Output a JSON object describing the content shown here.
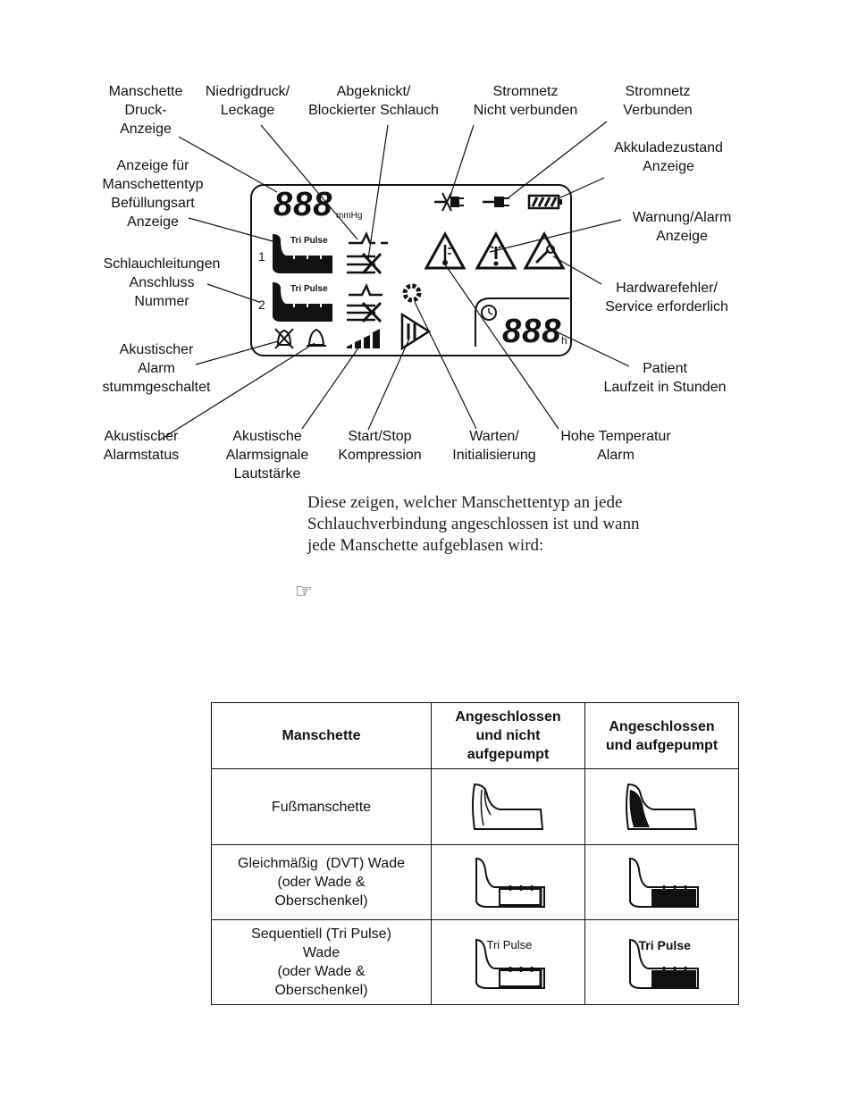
{
  "labels": {
    "cuff_pressure": "Manschette\nDruck-\nAnzeige",
    "low_pressure": "Niedrigdruck/\nLeckage",
    "kinked": "Abgeknickt/\nBlockierter Schlauch",
    "mains_disconnected": "Stromnetz\nNicht verbunden",
    "mains_connected": "Stromnetz\nVerbunden",
    "battery": "Akkuladezustand\nAnzeige",
    "cuff_type": "Anzeige für\nManschettentyp\nBefüllungsart\nAnzeige",
    "warning": "Warnung/Alarm\nAnzeige",
    "tubing": "Schlauchleitungen\nAnschluss\nNummer",
    "hardware": "Hardwarefehler/\nService erforderlich",
    "muted": "Akustischer\nAlarm\nstummgeschaltet",
    "runtime": "Patient\nLaufzeit in Stunden",
    "alarm_status": "Akustischer\nAlarmstatus",
    "volume": "Akustische\nAlarmsignale\nLautstärke",
    "start_stop": "Start/Stop\nKompression",
    "waiting": "Warten/\nInitialisierung",
    "high_temp": "Hohe Temperatur\nAlarm"
  },
  "lcd": {
    "pressure_digits": "888",
    "pressure_unit": "mmHg",
    "hours_digits": "888",
    "hours_unit": "h",
    "port1": "1",
    "port2": "2",
    "tri_pulse": "Tri Pulse"
  },
  "paragraph": [
    "Diese zeigen, welcher Manschettentyp an jede",
    "Schlauchverbindung angeschlossen ist und wann",
    "jede Manschette aufgeblasen wird:"
  ],
  "note_icon": "pointing-hand-icon",
  "table": {
    "headers": [
      "Manschette",
      "Angeschlossen\nund nicht\naufgepumpt",
      "Angeschlossen\nund aufgepumpt"
    ],
    "rows": [
      {
        "name": "Fußmanschette",
        "tri_pulse_label": ""
      },
      {
        "name": "Gleichmäßig  (DVT) Wade\n(oder Wade &\nOberschenkel)",
        "tri_pulse_label": ""
      },
      {
        "name": "Sequentiell (Tri Pulse)\nWade\n(oder Wade &\nOberschenkel)",
        "tri_pulse_label": "Tri Pulse"
      }
    ]
  }
}
